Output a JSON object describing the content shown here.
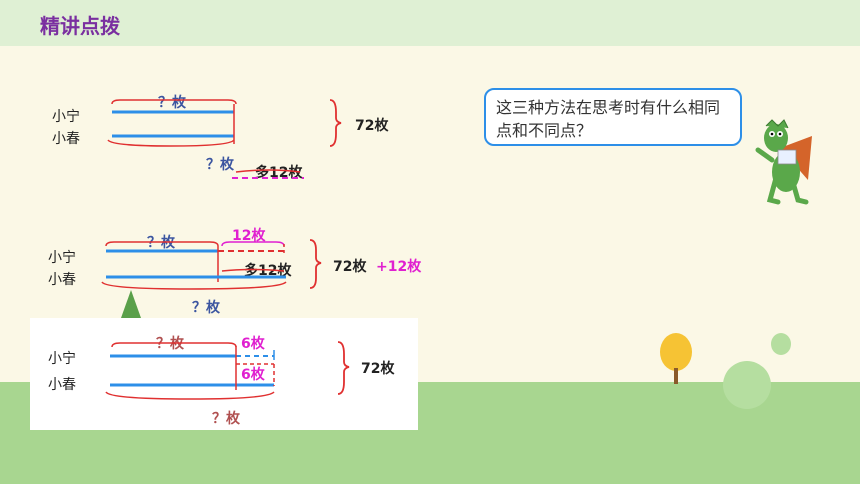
{
  "header": {
    "title": "精讲点拨"
  },
  "diagram1": {
    "label_a": "小宁",
    "label_b": "小春",
    "question_top": "？枚",
    "total": "72枚",
    "question_bottom": "？枚",
    "more": "多12枚"
  },
  "diagram2": {
    "label_a": "小宁",
    "label_b": "小春",
    "question_top": "？枚",
    "extra": "12枚",
    "more": "多12枚",
    "total": "72枚",
    "plus": "+12枚",
    "question_bottom": "？枚"
  },
  "diagram3": {
    "label_a": "小宁",
    "label_b": "小春",
    "question_top": "？枚",
    "half_top": "6枚",
    "half_bottom": "6枚",
    "total": "72枚",
    "question_bottom": "？枚"
  },
  "speech_bubble": {
    "text": "这三种方法在思考时有什么相同点和不同点？"
  }
}
